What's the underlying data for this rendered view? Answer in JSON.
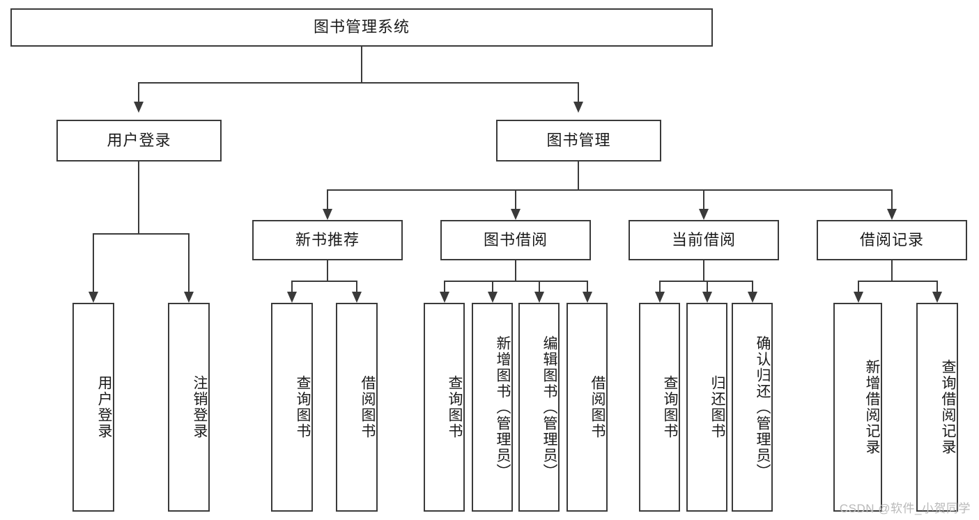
{
  "diagram": {
    "title": "图书管理系统",
    "type": "tree",
    "watermark": "CSDN @软件_小贺同学",
    "colors": {
      "stroke": "#3a3a3a",
      "fill": "#ffffff",
      "text": "#1a1a1a",
      "watermark": "#b9b9b9"
    },
    "levels": {
      "root": {
        "label": "图书管理系统"
      },
      "level2": [
        {
          "label": "用户登录"
        },
        {
          "label": "图书管理"
        }
      ],
      "level3": [
        {
          "label": "新书推荐"
        },
        {
          "label": "图书借阅"
        },
        {
          "label": "当前借阅"
        },
        {
          "label": "借阅记录"
        }
      ],
      "leaves_user_login": [
        {
          "label": "用户登录"
        },
        {
          "label": "注销登录"
        }
      ],
      "leaves_new_book": [
        {
          "label": "查询图书"
        },
        {
          "label": "借阅图书"
        }
      ],
      "leaves_borrow": [
        {
          "label": "查询图书"
        },
        {
          "label": "新增图书（管理员）"
        },
        {
          "label": "编辑图书（管理员）"
        },
        {
          "label": "借阅图书"
        }
      ],
      "leaves_current": [
        {
          "label": "查询图书"
        },
        {
          "label": "归还图书"
        },
        {
          "label": "确认归还（管理员）"
        }
      ],
      "leaves_record": [
        {
          "label": "新增借阅记录"
        },
        {
          "label": "查询借阅记录"
        }
      ]
    }
  }
}
